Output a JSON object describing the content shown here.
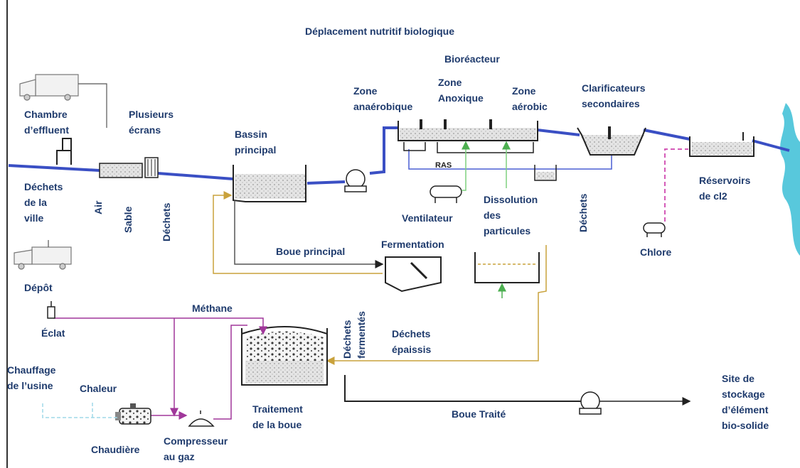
{
  "title": "Déplacement nutritif biologique",
  "labels": {
    "bioreactor": "Bioréacteur",
    "effluent_chamber": "Chambre\nd’effluent",
    "screens": "Plusieurs\nécrans",
    "main_basin": "Bassin\nprincipal",
    "anaerobic_zone": "Zone\nanaérobique",
    "anoxic_zone": "Zone\nAnoxique",
    "aerobic_zone": "Zone\naérobic",
    "secondary_clarifiers": "Clarificateurs\nsecondaires",
    "city_waste": "Déchets\nde la\nville",
    "air": "Air",
    "sand": "Sable",
    "screen_waste": "Déchets",
    "ras": "RAS",
    "ventilator": "Ventilateur",
    "particle_dissolution": "Dissolution\ndes\nparticules",
    "clarifier_waste": "Déchets",
    "cl2_tanks": "Réservoirs\nde cl2",
    "chlorine": "Chlore",
    "primary_sludge": "Boue principal",
    "fermentation": "Fermentation",
    "deposit": "Dépôt",
    "flare": "Éclat",
    "methane": "Méthane",
    "fermented_waste": "Déchets\nfermentés",
    "thickened_waste": "Déchets\népaissis",
    "plant_heating": "Chauffage\nde l’usine",
    "heat": "Chaleur",
    "sludge_treatment": "Traitement\nde la boue",
    "treated_sludge": "Boue Traité",
    "biosolid_storage": "Site de\nstockage\nd’élément\nbio-solide",
    "boiler": "Chaudière",
    "gas_compressor": "Compresseur\nau gaz"
  },
  "colors": {
    "label_text": "#1f3b6d",
    "main_flow": "#3a4fc4",
    "sludge_line": "#c9a23c",
    "methane_line": "#a0379a",
    "air_line": "#7fd07f",
    "chlorine_line": "#d45bb8",
    "heat_line": "#9fd8e8",
    "river": "#58c8dc"
  }
}
